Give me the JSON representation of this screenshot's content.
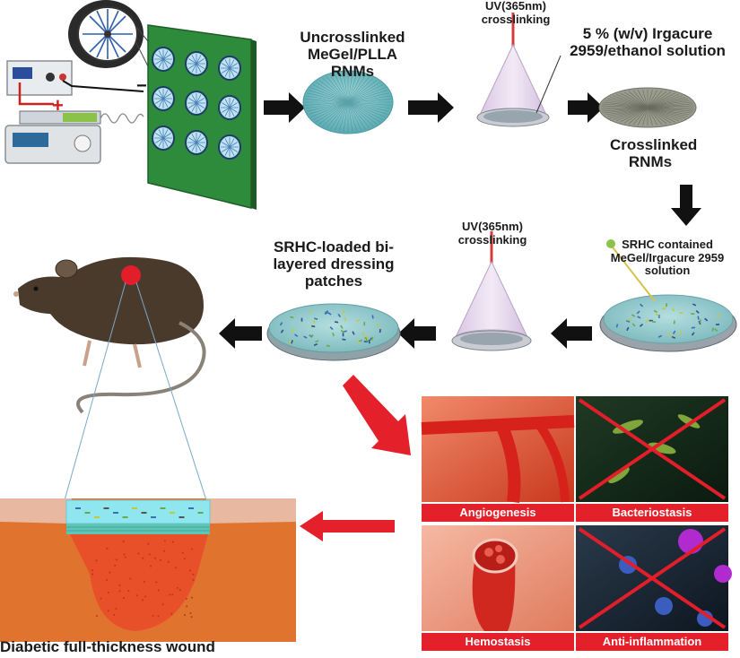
{
  "steps": {
    "uncrosslinked": "Uncrosslinked MeGel/PLLA RNMs",
    "uv_top": "UV(365nm) crosslinking",
    "irgacure_top": "5 % (w/v) Irgacure 2959/ethanol solution",
    "crosslinked": "Crosslinked RNMs",
    "uv_mid": "UV(365nm) crosslinking",
    "srhc_solution": "SRHC contained MeGel/Irgacure 2959 solution",
    "patches": "SRHC-loaded bi-layered dressing patches",
    "wound": "Diabetic full-thickness wound"
  },
  "panels": {
    "angiogenesis": "Angiogenesis",
    "bacteriostasis": "Bacteriostasis",
    "hemostasis": "Hemostasis",
    "anti_inflammation": "Anti-inflammation"
  },
  "colors": {
    "arrow_black": "#111111",
    "arrow_red": "#e4202a",
    "panel_red": "#e4202a",
    "board_green": "#2e8b3c",
    "membrane_teal": "#7fc4c8",
    "cone_purple": "#e6d8ec",
    "skin_orange": "#d9682e",
    "wound_red": "#e8502a",
    "mouse_brown": "#4a3a2c"
  }
}
